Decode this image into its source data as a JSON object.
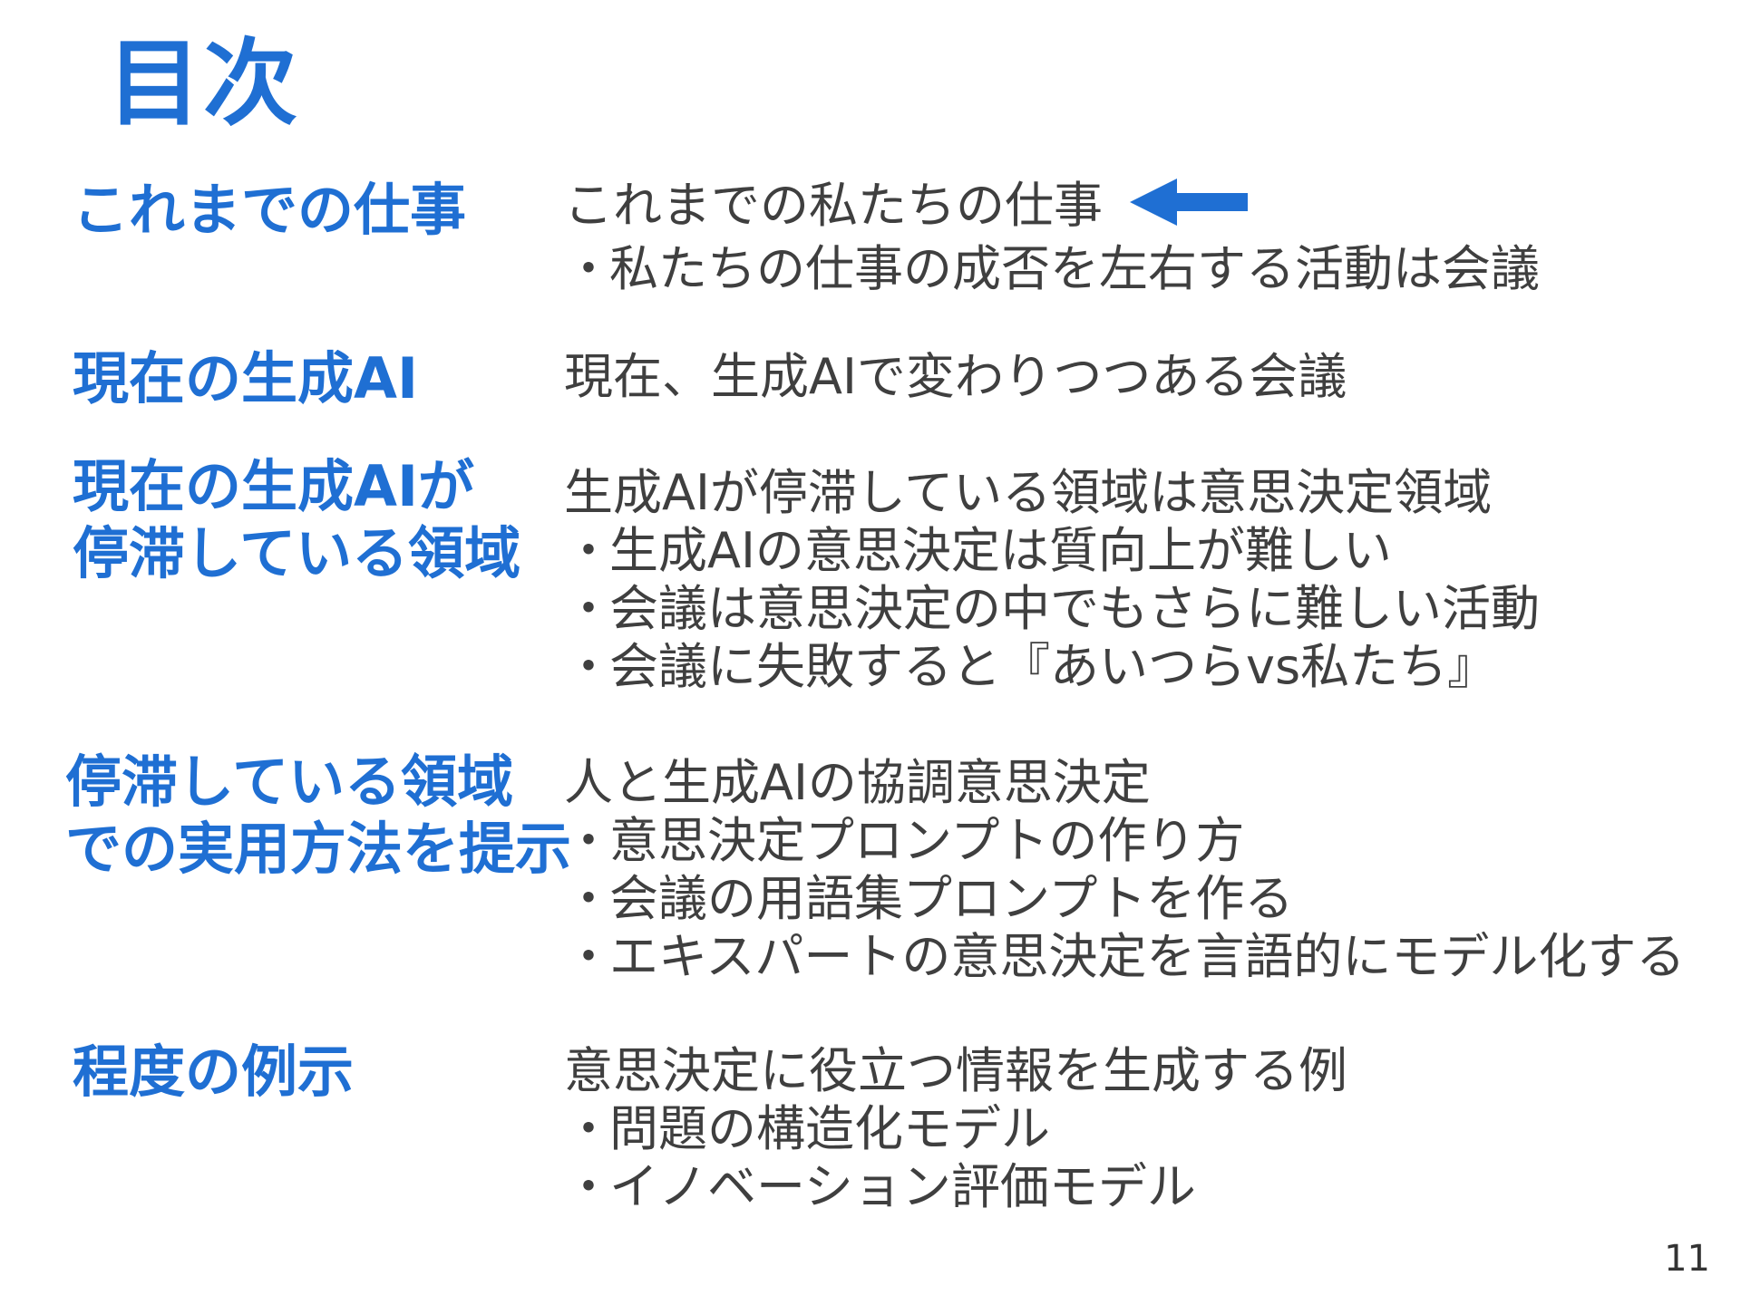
{
  "title": "目次",
  "sections": [
    {
      "heading_lines": [
        "これまでの仕事"
      ],
      "lead": "これまでの私たちの仕事",
      "lead_icon": "arrow-left-icon",
      "bullets": [
        "私たちの仕事の成否を左右する活動は会議"
      ]
    },
    {
      "heading_lines": [
        "現在の生成AI"
      ],
      "lead": "現在、生成AIで変わりつつある会議",
      "bullets": []
    },
    {
      "heading_lines": [
        "現在の生成AIが",
        "停滞している領域"
      ],
      "lead": "生成AIが停滞している領域は意思決定領域",
      "bullets": [
        "生成AIの意思決定は質向上が難しい",
        "会議は意思決定の中でもさらに難しい活動",
        "会議に失敗すると『あいつらvs私たち』"
      ]
    },
    {
      "heading_lines": [
        "停滞している領域",
        "での実用方法を提示"
      ],
      "lead": "人と生成AIの協調意思決定",
      "bullets": [
        "意思決定プロンプトの作り方",
        "会議の用語集プロンプトを作る",
        "エキスパートの意思決定を言語的にモデル化する"
      ]
    },
    {
      "heading_lines": [
        "程度の例示"
      ],
      "lead": "意思決定に役立つ情報を生成する例",
      "bullets": [
        "問題の構造化モデル",
        "イノベーション評価モデル"
      ]
    }
  ],
  "bullet_mark": "・",
  "page_number": "11",
  "colors": {
    "heading": "#1f6fd3",
    "body": "#3f3f3f",
    "arrow": "#1f6fd3"
  }
}
